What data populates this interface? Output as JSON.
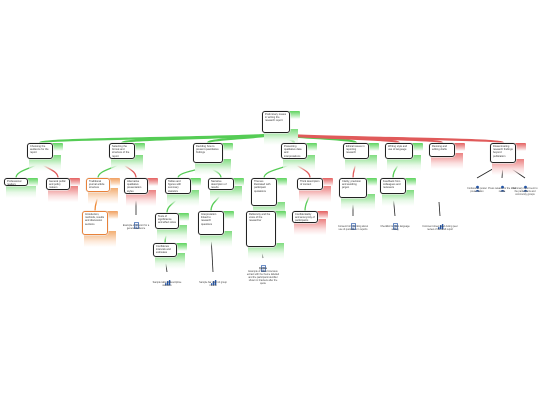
{
  "diagram": {
    "nodes": [
      {
        "id": "root",
        "text": "Preliminary issues in writing the research report",
        "tab": "green"
      },
      {
        "id": "b1",
        "text": "Choosing the audience for the report",
        "tab": "green"
      },
      {
        "id": "b1a",
        "text": "Professional readers",
        "tab": "green"
      },
      {
        "id": "b1b",
        "text": "General public and policy makers",
        "tab": "red"
      },
      {
        "id": "b2",
        "text": "Selecting the format and structure of the report",
        "tab": "green"
      },
      {
        "id": "b2a",
        "text": "Traditional journal article structure",
        "tab": "orange"
      },
      {
        "id": "b2a1",
        "text": "Introduction, methods, results and discussion sections",
        "tab": "orange"
      },
      {
        "id": "b2b",
        "text": "Alternative qualitative presentation styles",
        "tab": "red"
      },
      {
        "id": "b3",
        "text": "Deciding how to present quantitative findings",
        "tab": "green"
      },
      {
        "id": "b3a",
        "text": "Tables and figures with summary statistics",
        "tab": "green"
      },
      {
        "id": "b3a1",
        "text": "Tests of significance and effect sizes",
        "tab": "green"
      },
      {
        "id": "b3a2",
        "text": "Confidence intervals and estimates",
        "tab": "green"
      },
      {
        "id": "b3b",
        "text": "Narrative description of results",
        "tab": "green"
      },
      {
        "id": "b3b1",
        "text": "Interpretation linked to research questions",
        "tab": "green"
      },
      {
        "id": "b4",
        "text": "Presenting qualitative data and interpretations",
        "tab": "green"
      },
      {
        "id": "b4a",
        "text": "Themes illustrated with participant quotations",
        "tab": "green"
      },
      {
        "id": "b4b",
        "text": "Thick description of context",
        "tab": "red"
      },
      {
        "id": "b4c",
        "text": "Reflexivity and the voice of the researcher",
        "tab": "green"
      },
      {
        "id": "b5",
        "text": "Ethical issues in reporting research",
        "tab": "green"
      },
      {
        "id": "b5a",
        "text": "Confidentiality and anonymity of participants",
        "tab": "red"
      },
      {
        "id": "b6",
        "text": "Writing style and use of language",
        "tab": "green"
      },
      {
        "id": "b6a",
        "text": "Clarity, precision and avoiding jargon",
        "tab": "green"
      },
      {
        "id": "b7",
        "text": "Revising and editing drafts",
        "tab": "red"
      },
      {
        "id": "b7a",
        "text": "Feedback from colleagues and reviewers",
        "tab": "green"
      },
      {
        "id": "b8",
        "text": "Disseminating research findings beyond publication",
        "tab": "red"
      }
    ],
    "captions": [
      {
        "id": "c1",
        "title": "",
        "text": "Example of a report for a general audience"
      },
      {
        "id": "c2",
        "title": "",
        "text": "Sample table of descriptive statistics"
      },
      {
        "id": "c3",
        "title": "",
        "text": "Sample bar chart of group means"
      },
      {
        "id": "c4",
        "title": "Quotes",
        "text": "Example of coded interview extract with the theme labelled and the participant identifier shown in brackets after the quote"
      },
      {
        "id": "c5",
        "title": "",
        "text": "Consent form wording about use of quotations in reports"
      },
      {
        "id": "c6",
        "title": "",
        "text": "Checklist for plain language writing"
      },
      {
        "id": "c7",
        "title": "",
        "text": "Comment sheet used during peer review of the draft report"
      },
      {
        "id": "c8",
        "title": "",
        "text": "Conference poster presentation"
      },
      {
        "id": "c9",
        "title": "",
        "text": "Press release for the local media"
      },
      {
        "id": "c10",
        "title": "",
        "text": "Summary report sent to the participants and community groups"
      }
    ],
    "colors": {
      "supports": "#55cc55",
      "opposes": "#e05a5a",
      "neutral": "#ee8833",
      "border": "#222222"
    },
    "icon_names": [
      "document-icon",
      "chart-icon",
      "person-icon"
    ]
  }
}
